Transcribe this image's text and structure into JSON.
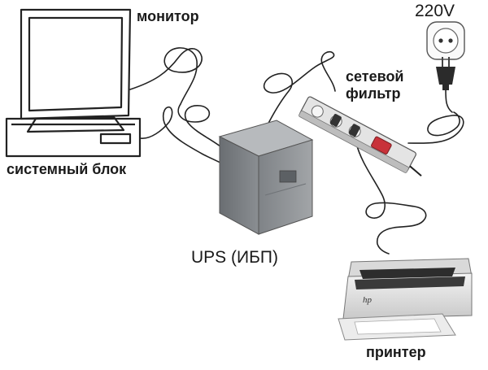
{
  "labels": {
    "monitor": "монитор",
    "system_unit": "системный блок",
    "voltage": "220V",
    "filter_line1": "сетевой",
    "filter_line2": "фильтр",
    "ups": "UPS (ИБП)",
    "printer": "принтер"
  },
  "printer_brand": "hp",
  "colors": {
    "line": "#222222",
    "ups_body": "#8f9295",
    "filter_body": "#e4e4e4",
    "switch_red": "#c8323a"
  }
}
